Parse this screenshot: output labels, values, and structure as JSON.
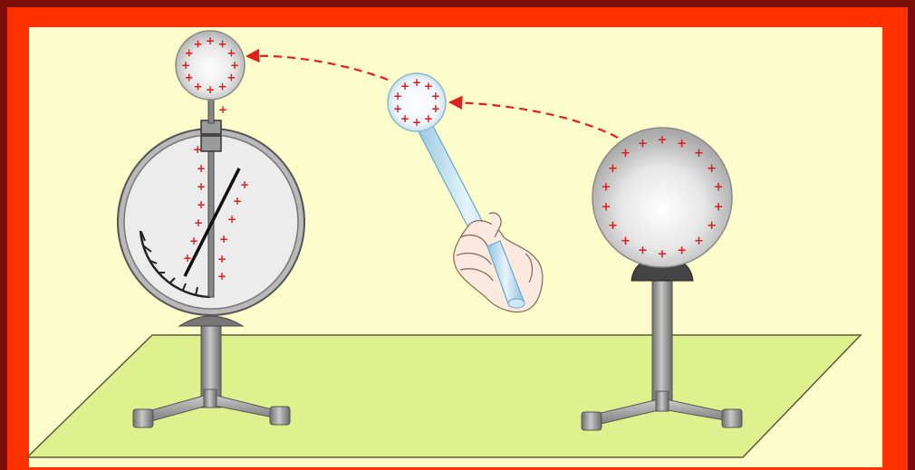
{
  "scene": {
    "charge_symbol": "+",
    "colors": {
      "outer_background": "#7a0d06",
      "frame": "#ff3300",
      "canvas": "#fdfccb",
      "table": "#dff08e",
      "charge": "#d81e1e",
      "transfer_arrow": "#e02020"
    },
    "icons": [
      "electroscope",
      "charged-sphere-on-stand",
      "proof-plane-rod",
      "hand",
      "dashed-transfer-arrow"
    ]
  }
}
